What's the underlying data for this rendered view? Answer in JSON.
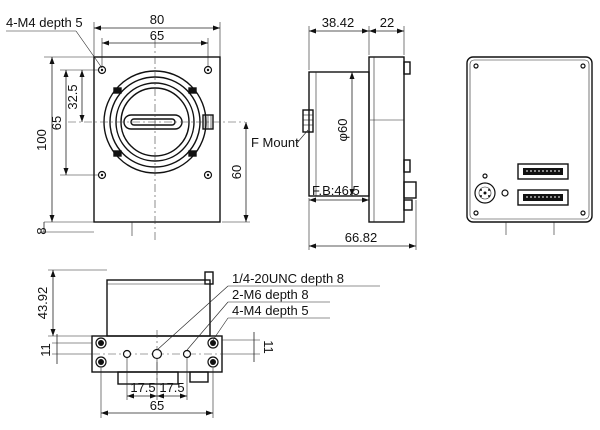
{
  "front_view": {
    "width_outer": "80",
    "width_holes": "65",
    "height_outer": "100",
    "height_holes": "65",
    "offset_top": "32.5",
    "offset_center": "60",
    "bottom_margin": "8",
    "screw_note": "4-M4 depth 5"
  },
  "side_view": {
    "body_length": "38.42",
    "flange_length": "22",
    "diameter": "φ60",
    "mount_label": "F Mount",
    "flange_back": "F.B:46.5",
    "total_length": "66.82"
  },
  "bottom_view": {
    "height": "43.92",
    "hole_offset": "11",
    "slot_width": "11",
    "spacing_left": "17.5",
    "spacing_right": "17.5",
    "width": "65",
    "notes": [
      "1/4-20UNC depth 8",
      "2-M6 depth 8",
      "4-M4 depth 5"
    ]
  },
  "colors": {
    "line": "#111111",
    "background": "#ffffff",
    "body_fill": "#ffffff",
    "dark_fill": "#111111"
  }
}
